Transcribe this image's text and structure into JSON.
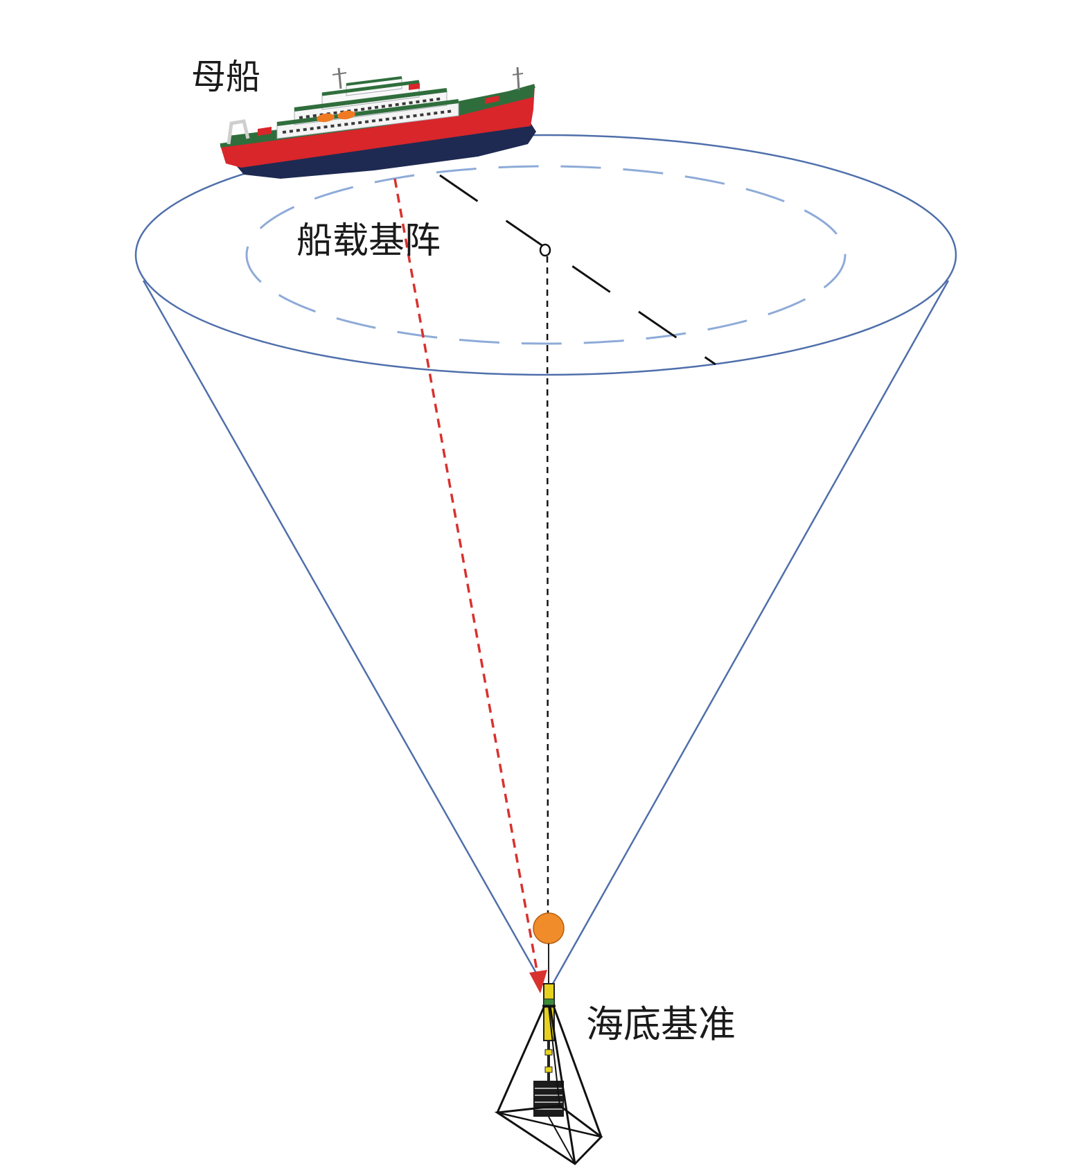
{
  "diagram": {
    "labels": {
      "mother_ship": "母船",
      "shipborne_array": "船载基阵",
      "seafloor_benchmark": "海底基准"
    }
  },
  "colors": {
    "cone_outline": "#4f6fab",
    "array_ring": "#8eabd8",
    "acoustic_ray": "#d8322e",
    "reference_line": "#111111",
    "buoy": "#f08c2a",
    "hull_red": "#d8262b",
    "hull_navy": "#1f2a52",
    "deck_green": "#2f6e3c",
    "transponder_yellow": "#e6d21e"
  }
}
